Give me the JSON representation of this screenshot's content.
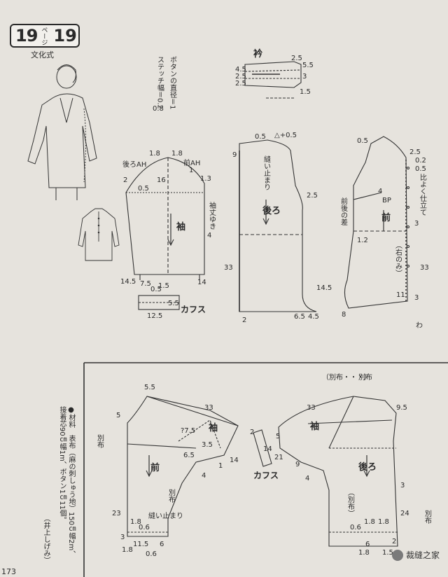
{
  "header": {
    "page_left": "19",
    "page_kana": "ページ",
    "page_right": "19",
    "school": "文化式"
  },
  "notes": {
    "button_diameter": "ボタンの直径＝1",
    "stitch_width": "ステッチ幅＝0.2",
    "stitch_width2": "0.8"
  },
  "top_pieces": {
    "collar": "衿",
    "sleeve": "袖",
    "back": "後ろ",
    "front": "前",
    "cuff": "カフス",
    "back_ah": "後ろAH",
    "front_ah": "前AH",
    "sleeve_width": "袖丈ゆき",
    "sewing_stop": "縫い止まり",
    "front_back_diff": "前後の差",
    "finish": "比よく仕立て",
    "right_only": "（右のみ）",
    "bp": "BP",
    "fold": "わ"
  },
  "bottom_pieces": {
    "sleeve_l": "袖",
    "front_l": "前",
    "cuff_c": "カフス",
    "sleeve_r": "袖",
    "back_r": "後ろ",
    "separate_cloth": "別布",
    "separate_cloth_r": "（別布）",
    "separate_top": "（別布・・・）",
    "sewing_stop": "縫い止まり"
  },
  "materials": {
    "line1": "●材料　表布（麻の刺しゅう地）150㎝幅2m、",
    "line2": "接着芯90㎝幅1m、ボタン1㎝11個。",
    "author": "（井上しげみ）"
  },
  "dims": {
    "d1_8a": "1.8",
    "d1_8b": "1.8",
    "d16": "16",
    "d1": "1",
    "d1_3": "1.3",
    "d2": "2",
    "d0_5": "0.5",
    "d4": "4",
    "d14_5": "14.5",
    "d14": "14",
    "d7_5": "7.5",
    "d0_5b": "0.5",
    "d1_5": "1.5",
    "d5_5": "5.5",
    "d12_5": "12.5",
    "d9": "9",
    "d33": "33",
    "d2_5": "2.5",
    "d6_5": "6.5",
    "d4_5": "4.5",
    "d2b": "2",
    "d0_5c": "0.5",
    "dp0_5": "△+0.5",
    "d4_5b": "4.5",
    "d2_5b": "2.5",
    "d2_5c": "2.5",
    "d5_5b": "5.5",
    "d1_5b": "1.5",
    "d3": "3",
    "fr0_5": "0.5",
    "fr2_5": "2.5",
    "fr0_2": "0.2",
    "fr0_5b": "0.5",
    "fr4": "4",
    "fr1_2": "1.2",
    "fr3": "3",
    "fr33": "33",
    "fr11": "11",
    "fr8": "8",
    "fr3b": "3",
    "bl5_5": "5.5",
    "bl33": "33",
    "bl5": "5",
    "bl7_5": "?7.5",
    "bl3_5": "3.5",
    "bl6_5": "6.5",
    "bl1": "1",
    "bl14": "14",
    "bl4": "4",
    "bl23": "23",
    "bl1_8": "1.8",
    "bl0_6": "0.6",
    "bl11_5": "11.5",
    "bl6": "6",
    "bl0_6b": "0.6",
    "bl3": "3",
    "bl1_8b": "1.8",
    "br33": "33",
    "br9_5": "9.5",
    "br2": "2",
    "br14": "14",
    "br5": "5",
    "br21": "21",
    "br9": "9",
    "br4": "4",
    "br3": "3",
    "br24": "24",
    "br0_6": "0.6",
    "br1_8": "1.8",
    "br1_8b": "1.8",
    "br6": "6",
    "br1_5": "1.5",
    "br2b": "2"
  },
  "footer": {
    "page_number": "173",
    "watermark": "裁缝之家"
  }
}
